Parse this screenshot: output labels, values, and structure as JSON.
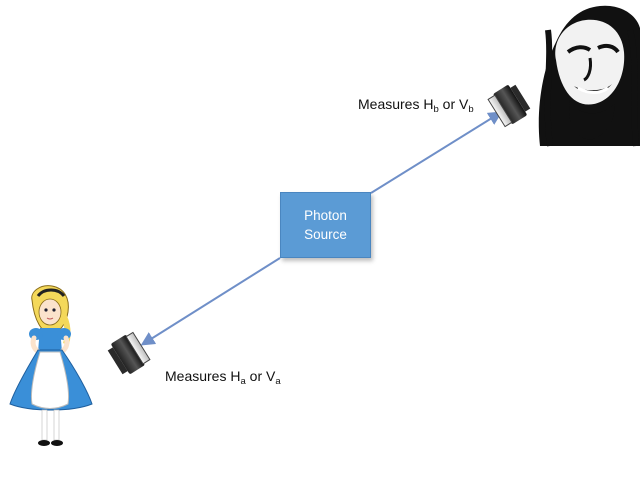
{
  "source": {
    "line1": "Photon",
    "line2": "Source"
  },
  "detector_b": {
    "prefix": "Measures ",
    "h": "H",
    "h_sub": "b",
    "or": " or ",
    "v": "V",
    "v_sub": "b"
  },
  "detector_a": {
    "prefix": "Measures ",
    "h": "H",
    "h_sub": "a",
    "or": " or ",
    "v": "V",
    "v_sub": "a"
  },
  "colors": {
    "source_fill": "#5b9bd5",
    "arrow": "#6f8fc8",
    "alice_dress": "#3a8fd8",
    "alice_hair": "#f4d85a"
  }
}
